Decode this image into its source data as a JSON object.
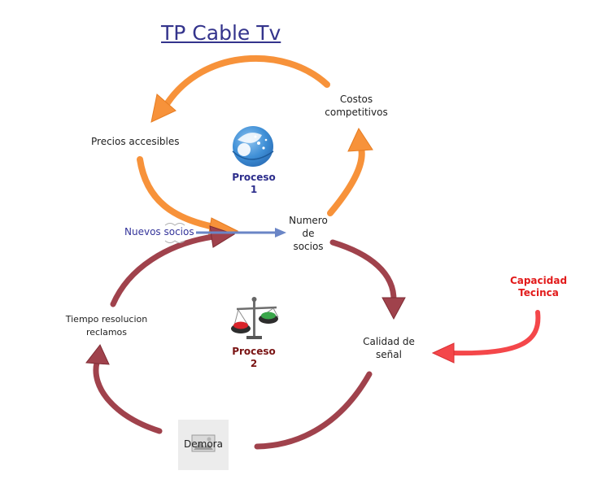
{
  "title": "TP Cable Tv",
  "nodes": {
    "costos": "Costos\ncompetitivos",
    "precios": "Precios accesibles",
    "numero": "Numero\nde\nsocios",
    "nuevos": "Nuevos socios",
    "calidad": "Calidad de\nseñal",
    "tiempo": "Tiempo resolucion\nreclamos",
    "demora": "Demora",
    "capacidad": "Capacidad\nTecinca"
  },
  "processes": {
    "p1": "Proceso\n1",
    "p2": "Proceso\n2"
  },
  "colors": {
    "loop1_arrow": "#f7923a",
    "loop2_arrow": "#a0424c",
    "capacidad_arrow": "#f4474a",
    "nuevos_arrow": "#6a85c6",
    "title": "#34348c",
    "proceso1": "#2d2e8c",
    "proceso2": "#7a1414",
    "capacidad_text": "#e21a1a"
  }
}
